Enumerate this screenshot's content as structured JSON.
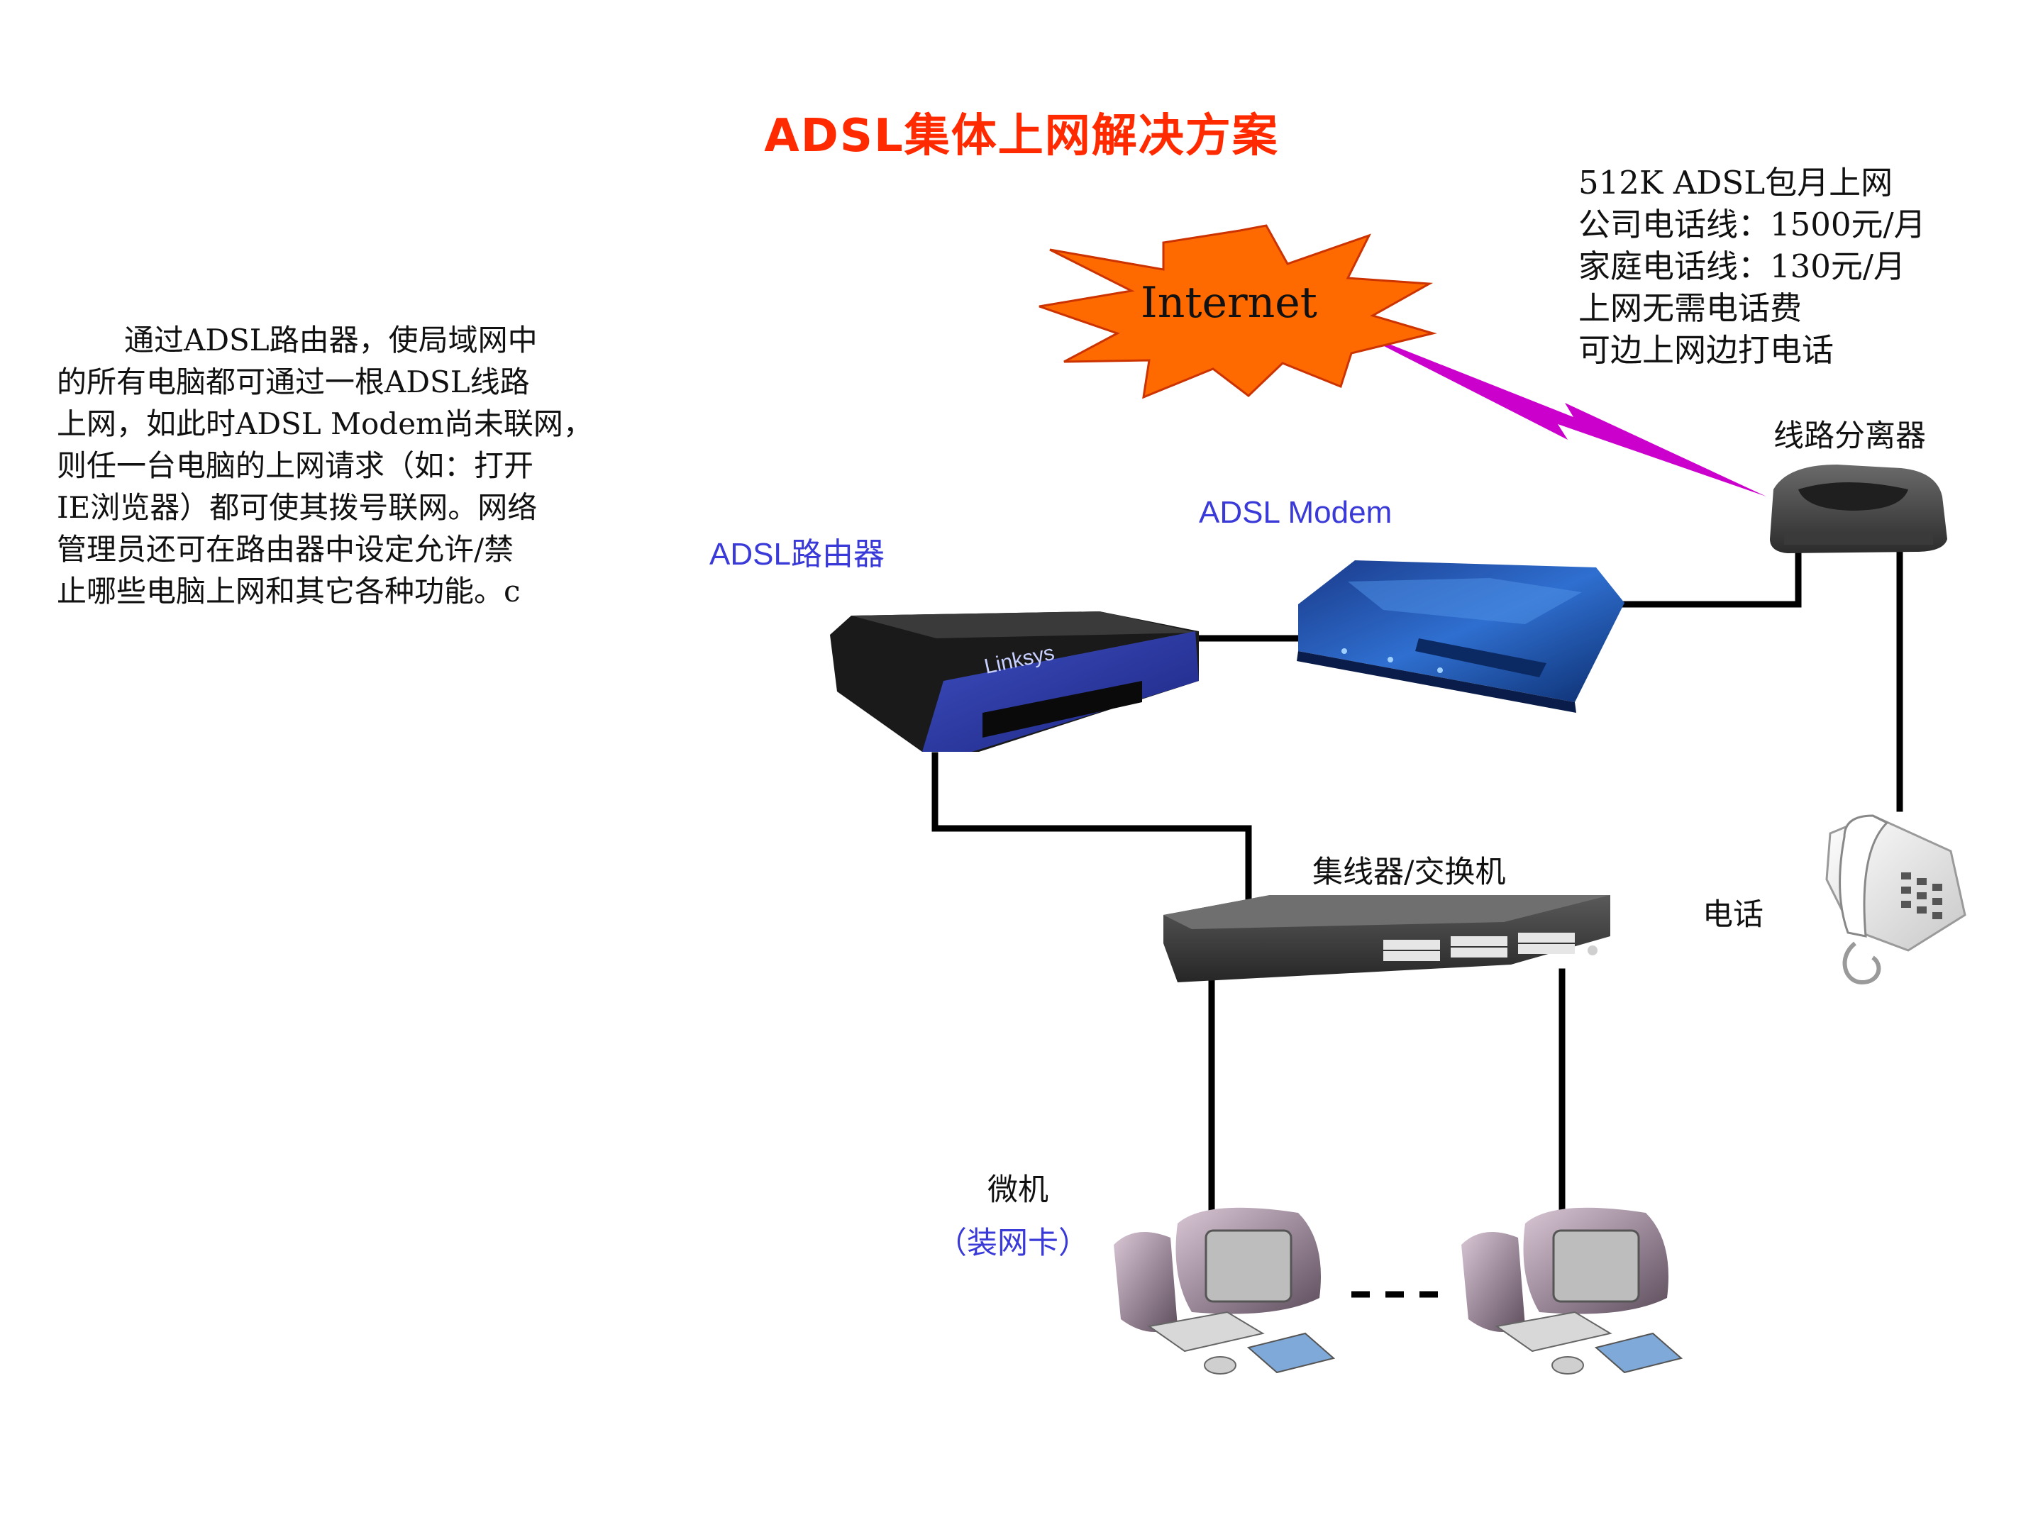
{
  "title": "ADSL集体上网解决方案",
  "description_lines": [
    "通过ADSL路由器，使局域网中",
    "的所有电脑都可通过一根ADSL线路",
    "上网，如此时ADSL Modem尚未联网，",
    "则任一台电脑的上网请求（如：打开",
    "IE浏览器）都可使其拨号联网。网络",
    "管理员还可在路由器中设定允许/禁",
    "止哪些电脑上网和其它各种功能。c"
  ],
  "plan_info": {
    "lines": [
      "512K ADSL包月上网",
      "公司电话线：1500元/月",
      "家庭电话线：130元/月",
      "上网无需电话费",
      "可边上网边打电话"
    ]
  },
  "nodes": {
    "internet": "Internet",
    "splitter": "线路分离器",
    "modem": "ADSL Modem",
    "router": "ADSL路由器",
    "switch": "集线器/交换机",
    "phone": "电话",
    "pc_label": "微机",
    "pc_sublabel": "（装网卡）",
    "router_brand": "Linksys"
  },
  "colors": {
    "title": "#ff2a00",
    "blue_label": "#3a3ad8",
    "internet_burst": "#ff6a00",
    "lightning": "#cc00cc",
    "cable": "#000000"
  },
  "icons": [
    "internet-burst",
    "lightning-bolt",
    "splitter-device",
    "modem-device",
    "router-device",
    "switch-device",
    "telephone",
    "desktop-computer"
  ]
}
